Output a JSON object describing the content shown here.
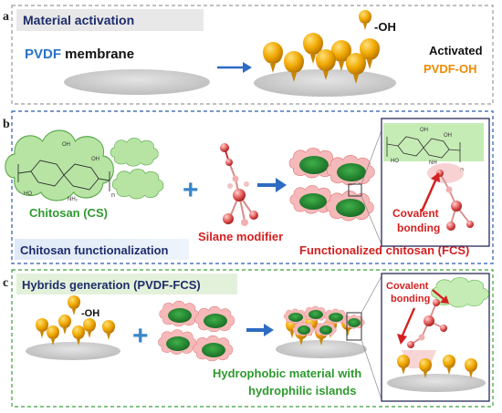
{
  "panel_a": {
    "letter": "a",
    "title": "Material activation",
    "pvdf_prefix": "PVDF",
    "pvdf_suffix": " membrane",
    "oh_legend": "-OH",
    "activated_line1": "Activated",
    "activated_line2": "PVDF-OH"
  },
  "panel_b": {
    "letter": "b",
    "chitosan_label": "Chitosan (CS)",
    "silane_label": "Silane modifier",
    "fcs_label": "Functionalized chitosan (FCS)",
    "section_label": "Chitosan functionalization",
    "covalent_line1": "Covalent",
    "covalent_line2": "bonding",
    "chem_labels": {
      "oh1": "OH",
      "oh2": "OH",
      "ho": "HO",
      "nh2": "NH₂",
      "n": "n"
    },
    "inset_chem_labels": {
      "oh1": "OH",
      "oh2": "OH",
      "ho": "HO",
      "nh": "NH",
      "n": "n"
    }
  },
  "panel_c": {
    "letter": "c",
    "title": "Hybrids generation (PVDF-FCS)",
    "oh_legend": "-OH",
    "result_line1": "Hydrophobic material with",
    "result_line2": "hydrophilic islands",
    "covalent_line1": "Covalent",
    "covalent_line2": "bonding"
  },
  "colors": {
    "gold": "#f0a800",
    "cs_green": "#b7e4a3",
    "fcs_green": "#2e9a3a",
    "fcs_pink": "#f6b9b9",
    "silane_red": "#e04848",
    "pvdf_blue": "#2a72c9",
    "orange": "#f08a00",
    "green_text": "#2e9a2e",
    "red_text": "#d42020"
  }
}
